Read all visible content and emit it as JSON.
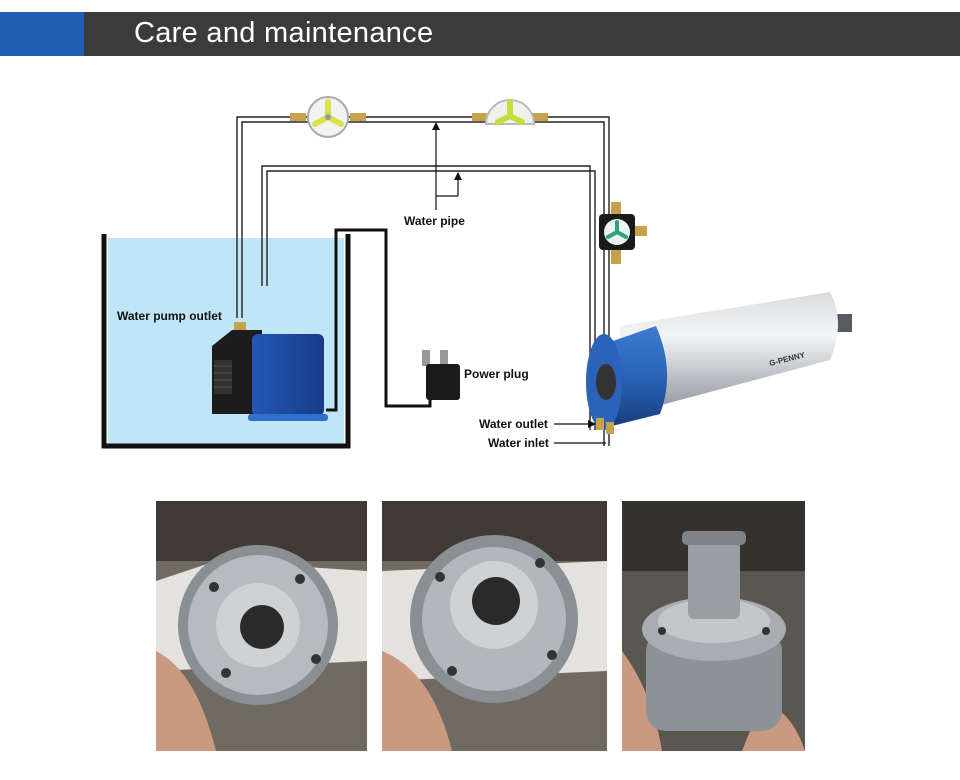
{
  "header": {
    "title": "Care and maintenance",
    "accent_color": "#1f5fb4",
    "bar_color": "#3b3b3b"
  },
  "diagram": {
    "labels": {
      "water_pipe": "Water pipe",
      "pump_outlet": "Water pump outlet",
      "power_plug": "Power plug",
      "water_outlet": "Water outlet",
      "water_inlet": "Water inlet"
    },
    "spindle_brand": "G-PENNY",
    "water_color": "#bfe6f6",
    "pump_color": "#1f4fa8",
    "spindle_band_color": "#2a63b8"
  },
  "photos": [
    {
      "name": "photo-spindle-end-1"
    },
    {
      "name": "photo-spindle-end-2"
    },
    {
      "name": "photo-spindle-end-3"
    }
  ]
}
